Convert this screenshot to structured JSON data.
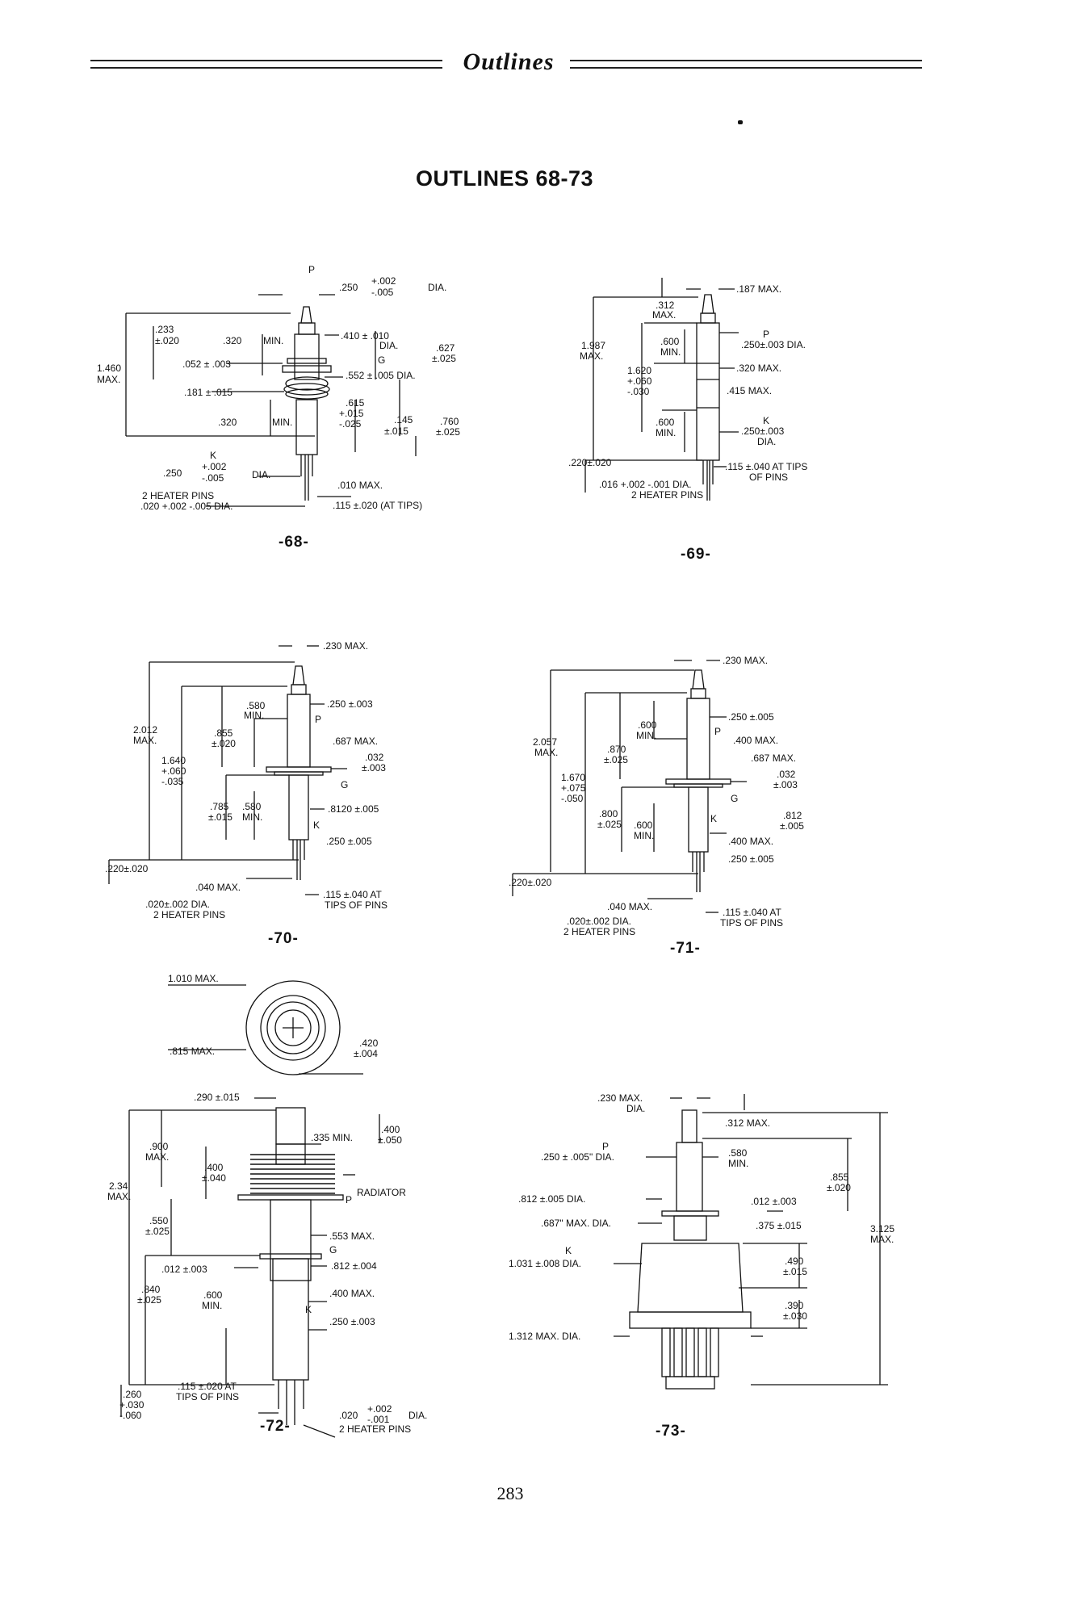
{
  "header": {
    "title": "Outlines"
  },
  "main_title": "OUTLINES 68-73",
  "page_number": "283",
  "outlines": [
    {
      "caption": "-68-",
      "labels": [
        "P",
        ".250",
        "+.002",
        "-.005",
        "DIA.",
        ".233",
        "±.020",
        ".320",
        "MIN.",
        ".410 ± .010",
        "DIA.",
        ".627",
        "±.025",
        ".052 ± .003",
        "G",
        ".552 ± .005 DIA.",
        "1.460",
        "MAX.",
        ".181 ± .015",
        ".615",
        "+.015",
        "-.025",
        ".320",
        "MIN.",
        ".145",
        "±.015",
        ".760",
        "±.025",
        "K",
        ".250",
        "+.002",
        "-.005",
        "DIA.",
        ".010 MAX.",
        "2 HEATER PINS",
        ".020 +.002 -.005 DIA.",
        ".115 ±.020 (AT TIPS)"
      ]
    },
    {
      "caption": "-69-",
      "labels": [
        ".187 MAX.",
        ".312",
        "MAX.",
        "1.987",
        "MAX.",
        ".600",
        "MIN.",
        "P",
        ".250±.003 DIA.",
        "1.620",
        "+.060",
        "-.030",
        ".320 MAX.",
        ".415 MAX.",
        ".600",
        "MIN.",
        "K",
        ".250±.003",
        "DIA.",
        ".220±.020",
        ".115 ±.040 AT TIPS",
        "OF PINS",
        ".016 +.002 -.001 DIA.",
        "2 HEATER PINS"
      ]
    },
    {
      "caption": "-70-",
      "labels": [
        ".230 MAX.",
        ".580",
        "MIN.",
        "P",
        ".250 ±.003",
        "2.012",
        "MAX.",
        ".855",
        "±.020",
        ".687 MAX.",
        "1.640",
        "+.060",
        "-.035",
        ".032",
        "±.003",
        "G",
        ".785",
        "±.015",
        ".580",
        "MIN.",
        ".8120 ±.005",
        "K",
        ".250 ±.005",
        ".220±.020",
        ".040 MAX.",
        ".020±.002 DIA.",
        "2 HEATER PINS",
        ".115 ±.040 AT",
        "TIPS OF PINS"
      ]
    },
    {
      "caption": "-71-",
      "labels": [
        ".230 MAX.",
        "2.057",
        "MAX.",
        ".600",
        "MIN.",
        "P",
        ".250 ±.005",
        ".870",
        "±.025",
        ".400 MAX.",
        ".687 MAX.",
        "1.670",
        "+.075",
        "-.050",
        ".032",
        "±.003",
        "G",
        ".800",
        "±.025",
        ".600",
        "MIN.",
        ".812",
        "±.005",
        "K",
        ".400 MAX.",
        ".250 ±.005",
        ".220±.020",
        ".040 MAX.",
        ".020±.002 DIA.",
        "2 HEATER PINS",
        ".115 ±.040 AT",
        "TIPS OF PINS"
      ]
    },
    {
      "caption": "-72-",
      "labels": [
        "1.010 MAX.",
        ".815 MAX.",
        ".420",
        "±.004",
        ".290 ±.015",
        ".400",
        "±.050",
        ".335 MIN.",
        ".900",
        "MAX.",
        ".400",
        "±.040",
        "RADIATOR",
        "P",
        "2.34",
        "MAX.",
        ".550",
        "±.025",
        ".553 MAX.",
        "G",
        ".012 ±.003",
        ".812 ±.004",
        ".840",
        "±.025",
        ".600",
        "MIN.",
        ".400 MAX.",
        "K",
        ".250 ±.003",
        ".260",
        "+.030",
        "-.060",
        ".115 ±.020 AT",
        "TIPS OF PINS",
        ".020",
        "+.002",
        "-.001",
        "DIA.",
        "2 HEATER PINS"
      ]
    },
    {
      "caption": "-73-",
      "labels": [
        ".230 MAX.",
        "DIA.",
        ".312 MAX.",
        "P",
        ".250 ± .005\" DIA.",
        ".580",
        "MIN.",
        ".855",
        "±.020",
        ".812 ±.005 DIA.",
        ".012 ±.003",
        ".687\" MAX. DIA.",
        ".375 ±.015",
        "3.125",
        "MAX.",
        "K",
        "1.031 ±.008 DIA.",
        ".490",
        "±.015",
        ".390",
        "±.030",
        "1.312 MAX. DIA."
      ]
    }
  ]
}
